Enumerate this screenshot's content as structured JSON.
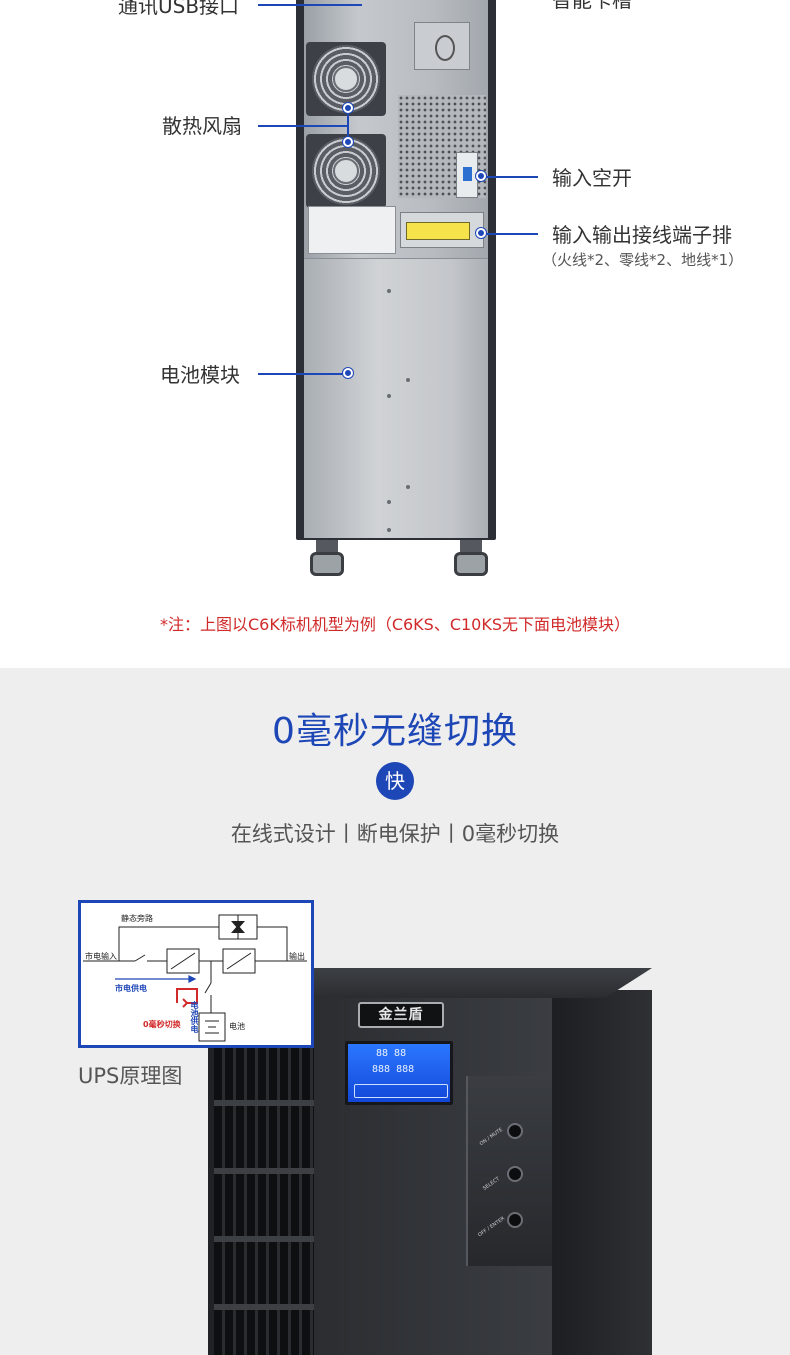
{
  "callouts": {
    "usb": "通讯USB接口",
    "smart_slot": "智能卡槽",
    "fans": "散热风扇",
    "input_switch": "输入空开",
    "terminal": "输入输出接线端子排",
    "terminal_sub": "（火线*2、零线*2、地线*1）",
    "battery": "电池模块"
  },
  "note": "*注：上图以C6K标机机型为例（C6KS、C10KS无下面电池模块）",
  "section2": {
    "title": "0毫秒无缝切换",
    "badge": "快",
    "subtitle": "在线式设计丨断电保护丨0毫秒切换",
    "diagram_caption": "UPS原理图",
    "diagram": {
      "static_bypass": "静态旁路",
      "mains_input": "市电输入",
      "output": "输出",
      "mains_supply": "市电供电",
      "battery_supply": "电池供电",
      "zero_ms": "0毫秒切换",
      "battery": "电池"
    },
    "product": {
      "logo": "金兰盾",
      "lcd_line1": "88 88",
      "lcd_line2": "888 888",
      "btn_on": "ON / MUTE",
      "btn_select": "SELECT",
      "btn_off": "OFF / ENTER"
    }
  },
  "colors": {
    "accent": "#1d46b6",
    "note_red": "#d12a2a",
    "section_bg": "#eeeeee"
  }
}
